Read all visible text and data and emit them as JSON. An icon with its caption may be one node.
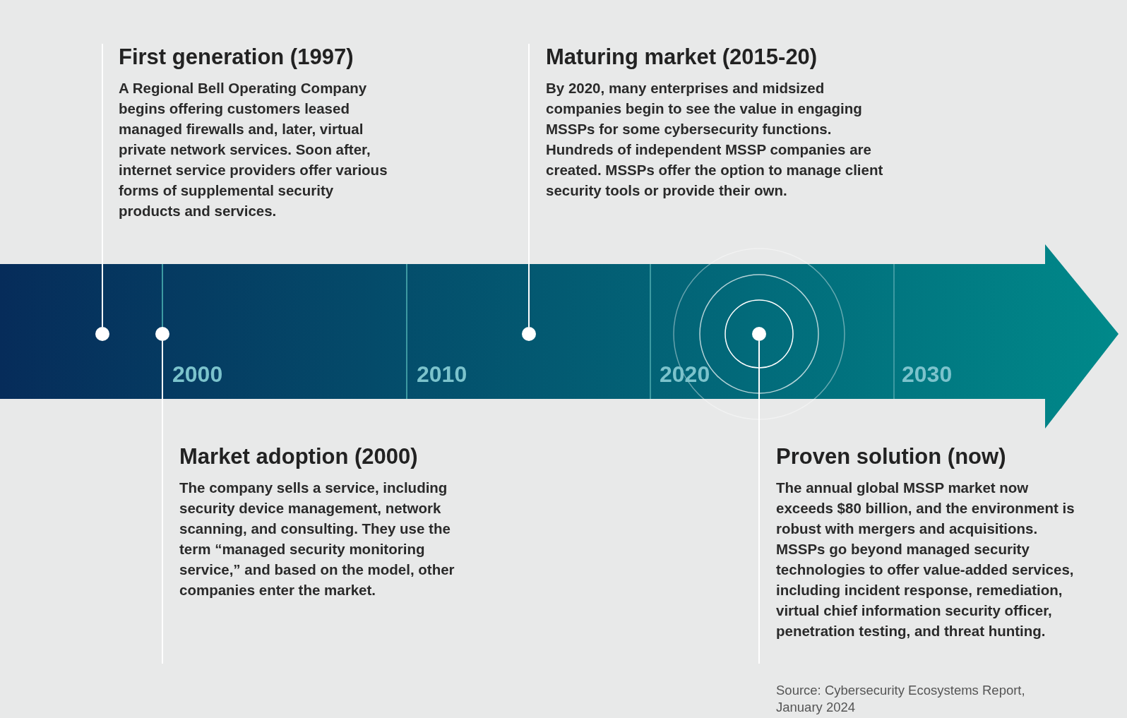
{
  "diagram": {
    "nodes": [
      {
        "text": [
          "First generation (1997)",
          "A Regional Bell Operating Company begins offering customers leased managed firewalls and, later, virtual private network services. Soon after, internet service providers offer various forms of supplemental security products and services."
        ]
      },
      {
        "text": [
          "Maturing market (2015-20)",
          "By 2020, many enterprises and midsized companies begin to see the value in engaging MSSPs for some cybersecurity functions. Hundreds of independent MSSP companies are created. MSSPs offer the option to manage client security tools or provide their own."
        ]
      },
      {
        "text": [
          "Market adoption (2000)",
          "The company sells a service, including security device management, network scanning, and consulting. They use the term “managed security monitoring service,” and based on the model, other companies enter the market."
        ]
      },
      {
        "text": [
          "Proven solution (now)",
          "The annual global MSSP market now exceeds $80 billion, and the environment is robust with mergers and acquisitions. MSSPs go beyond managed security technologies to offer value-added services, including incident response, remediation, virtual chief information security officer, penetration testing, and threat hunting."
        ]
      },
      {
        "text": [],
        "shape": "circle"
      },
      {
        "text": [],
        "shape": "circle"
      },
      {
        "text": [],
        "shape": "circle"
      },
      {
        "text": [],
        "shape": "circle"
      }
    ],
    "edges": [
      {
        "from": 0,
        "to": 4,
        "arrow": "none"
      },
      {
        "from": 2,
        "to": 5,
        "arrow": "none"
      },
      {
        "from": 1,
        "to": 6,
        "arrow": "none"
      },
      {
        "from": 3,
        "to": 7,
        "arrow": "none"
      }
    ],
    "labels": [
      "2000",
      "2010",
      "2020",
      "2030",
      "Source: Cybersecurity Ecosystems Report, January 2024"
    ]
  }
}
